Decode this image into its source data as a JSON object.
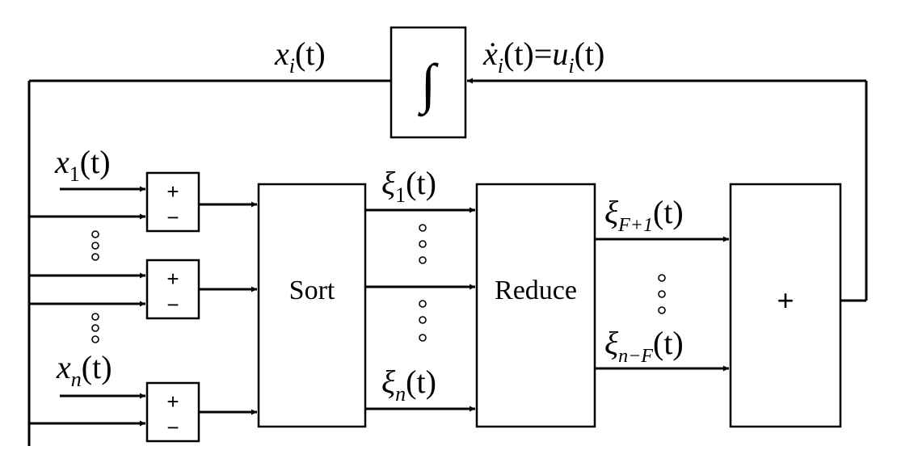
{
  "blocks": {
    "integrator": "∫",
    "sort": "Sort",
    "reduce": "Reduce",
    "summer": "+",
    "comparator_plus": "+",
    "comparator_minus": "−"
  },
  "signals": {
    "feedback": {
      "base": "x",
      "sub": "i",
      "arg": "(t)"
    },
    "control": {
      "lhs_base": "ẋ",
      "lhs_sub": "i",
      "lhs_arg": "(t)",
      "eq": "=",
      "rhs_base": "u",
      "rhs_sub": "i",
      "rhs_arg": "(t)"
    },
    "input_first": {
      "base": "x",
      "sub": "1",
      "arg": "(t)"
    },
    "input_last": {
      "base": "x",
      "sub": "n",
      "arg": "(t)"
    },
    "sorted_first": {
      "base": "ξ",
      "sub": "1",
      "arg": "(t)"
    },
    "sorted_last": {
      "base": "ξ",
      "sub": "n",
      "arg": "(t)"
    },
    "reduced_first": {
      "base": "ξ",
      "sub": "F+1",
      "arg": "(t)"
    },
    "reduced_last": {
      "base": "ξ",
      "sub": "n−F",
      "arg": "(t)"
    }
  }
}
